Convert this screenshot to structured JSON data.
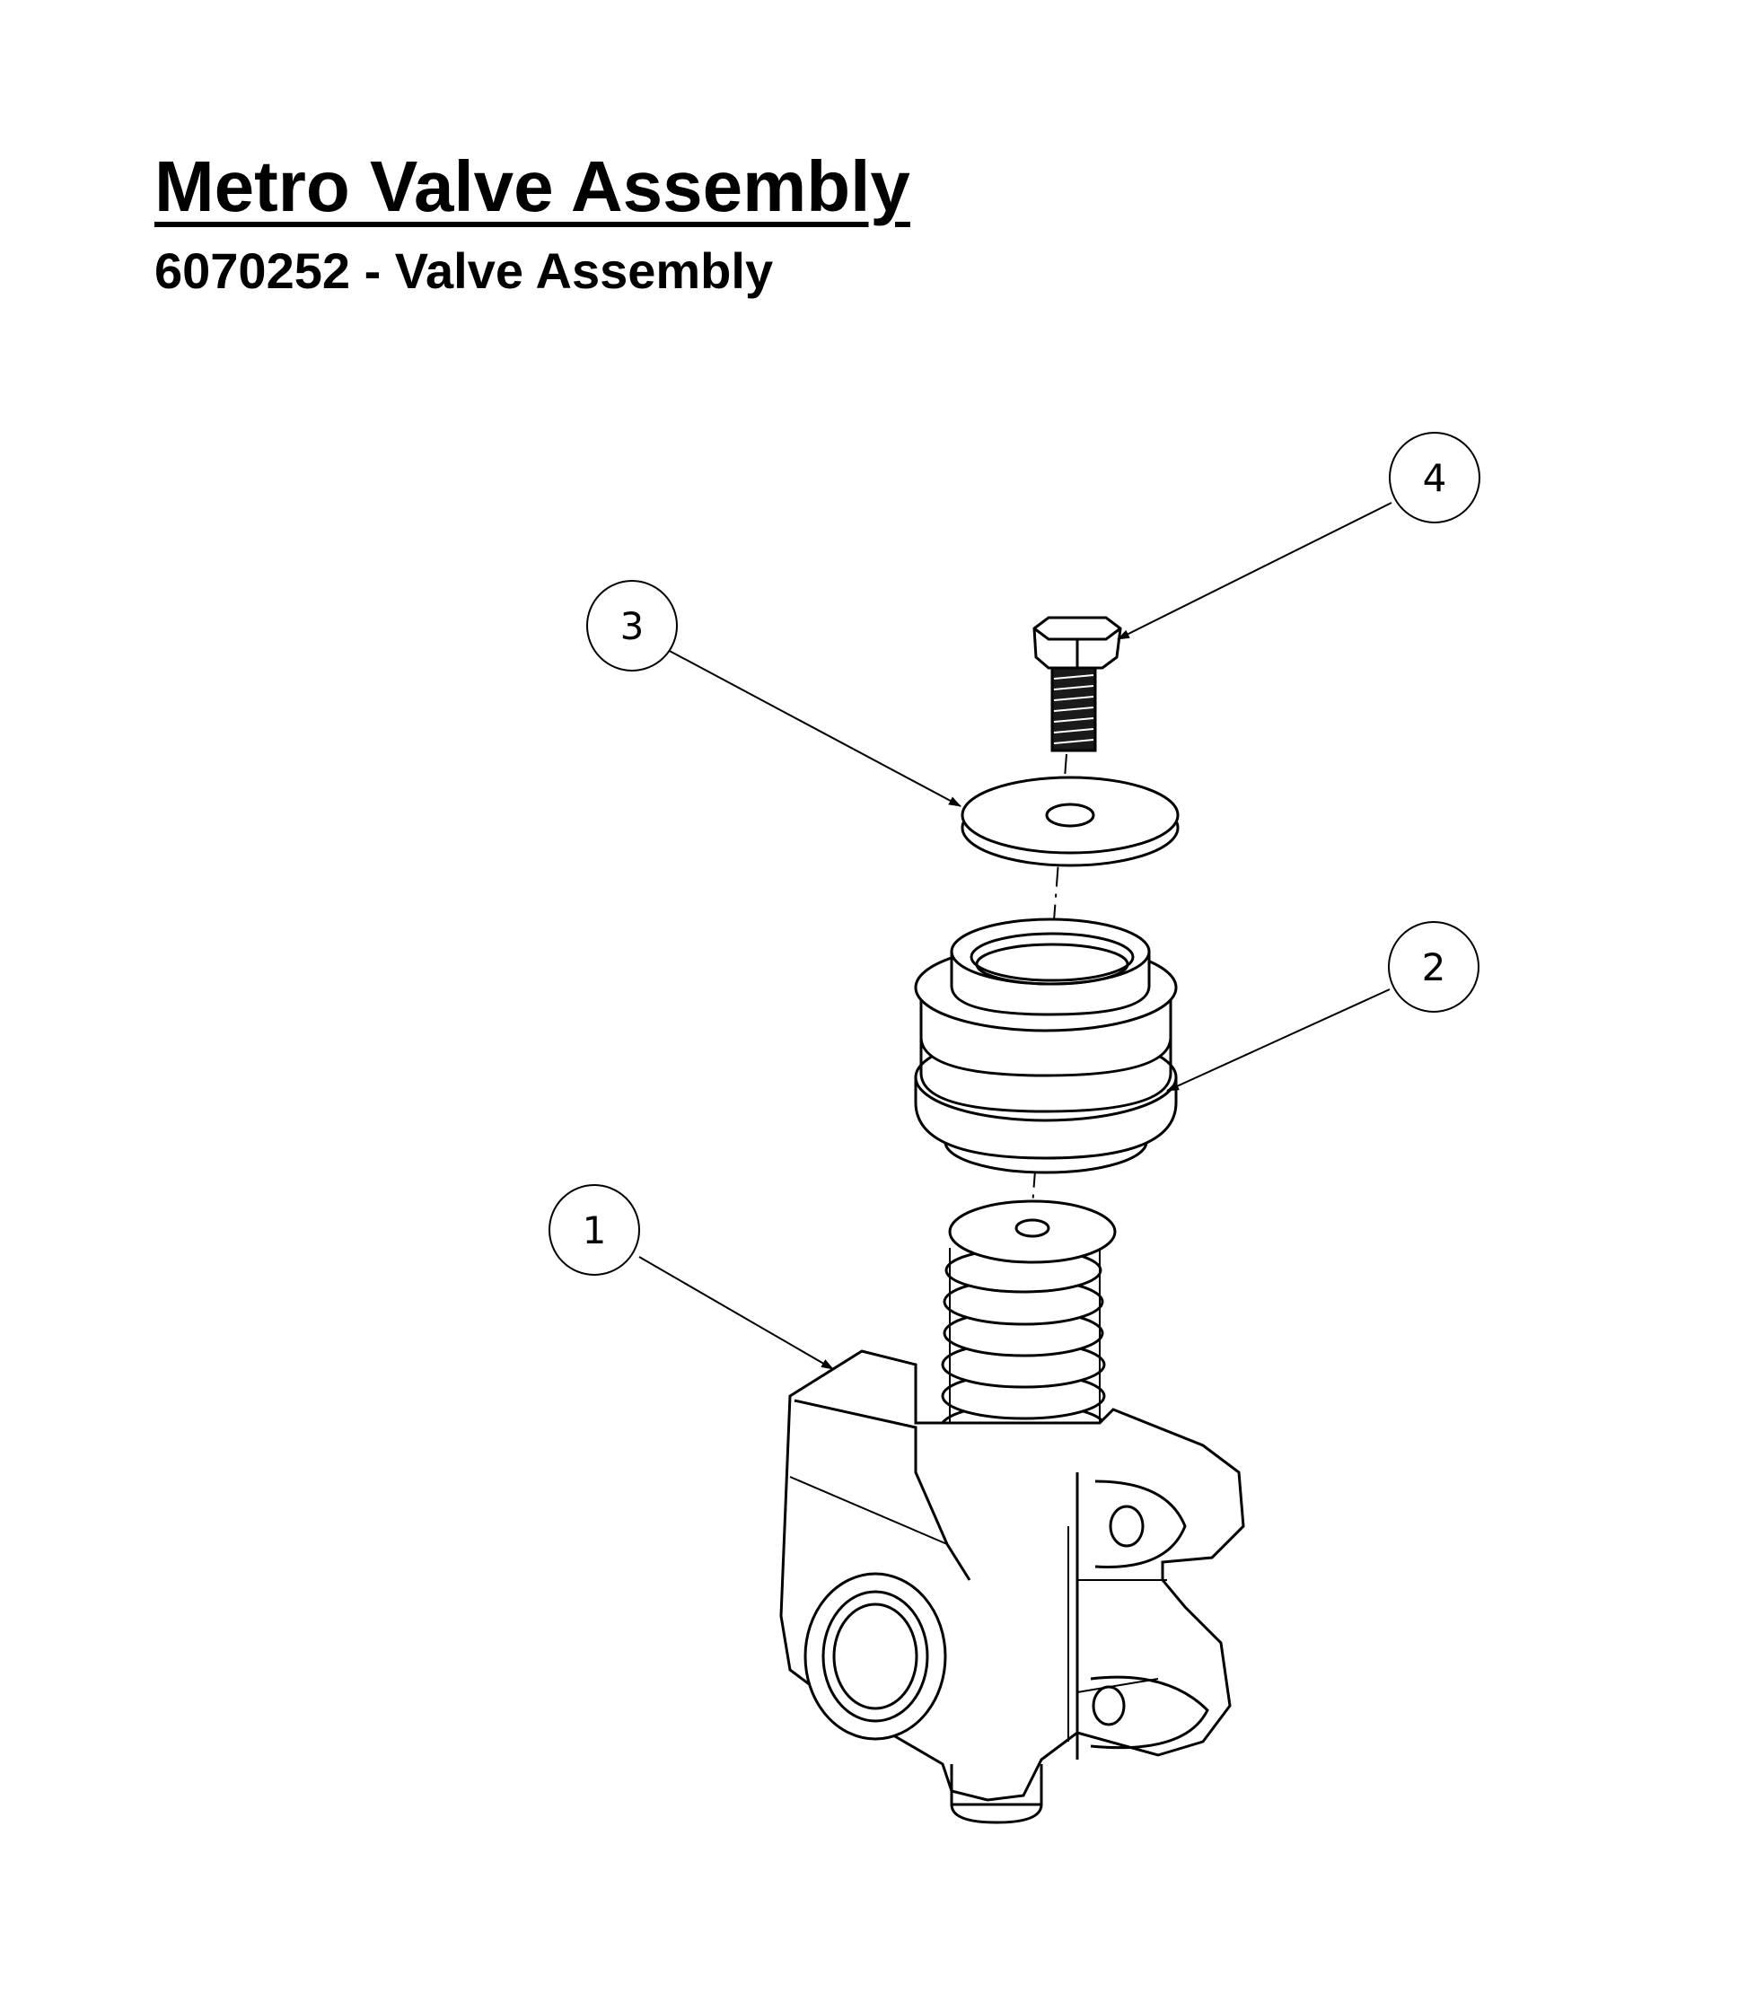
{
  "title": "Metro Valve Assembly",
  "subtitle": "6070252 - Valve Assembly",
  "callouts": [
    {
      "number": "1",
      "part": "valve-body"
    },
    {
      "number": "2",
      "part": "valve-seat-cup"
    },
    {
      "number": "3",
      "part": "washer"
    },
    {
      "number": "4",
      "part": "hex-bolt"
    }
  ],
  "colors": {
    "line": "#000000",
    "background": "#ffffff"
  }
}
